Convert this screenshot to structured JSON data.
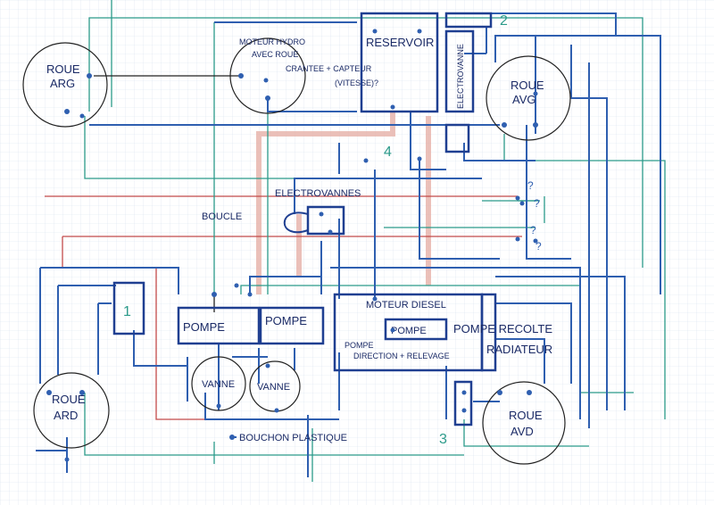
{
  "colors": {
    "paper": "#ffffff",
    "grid": "#c9d6e8",
    "ink": "#1f3f91",
    "teal": "#2b9a8a",
    "red": "#c24a4a",
    "pink": "#e7b1a8",
    "label": "#1a2a66"
  },
  "components": {
    "roue_arg": [
      "ROUE",
      "ARG"
    ],
    "moteur_hydro": [
      "MOTEUR HYDRO",
      "AVEC ROUE",
      "CRANTEE + CAPTEUR",
      "(VITESSE)?"
    ],
    "reservoir": "RESERVOIR",
    "electrovanne": "ELECTROVANNE",
    "roue_avg": [
      "ROUE",
      "AVG"
    ],
    "electrovannes": "ELECTROVANNES",
    "boucle": "BOUCLE",
    "pompe_1": "POMPE",
    "pompe_2": "POMPE",
    "moteur_diesel": "MOTEUR DIESEL",
    "pompe_3": "POMPE",
    "pompe_direction": [
      "POMPE",
      "DIRECTION + RELEVAGE"
    ],
    "recolte": "POMPE RECOLTE",
    "radiateur": "RADIATEUR",
    "vanne_1": "VANNE",
    "vanne_2": "VANNE",
    "roue_ard": [
      "ROUE",
      "ARD"
    ],
    "roue_avd": [
      "ROUE",
      "AVD"
    ],
    "bouchon": "BOUCHON PLASTIQUE"
  },
  "numbers": {
    "n1": "1",
    "n2": "2",
    "n3": "3",
    "n4": "4"
  },
  "question_marks": [
    "?",
    "?",
    "?",
    "?"
  ]
}
